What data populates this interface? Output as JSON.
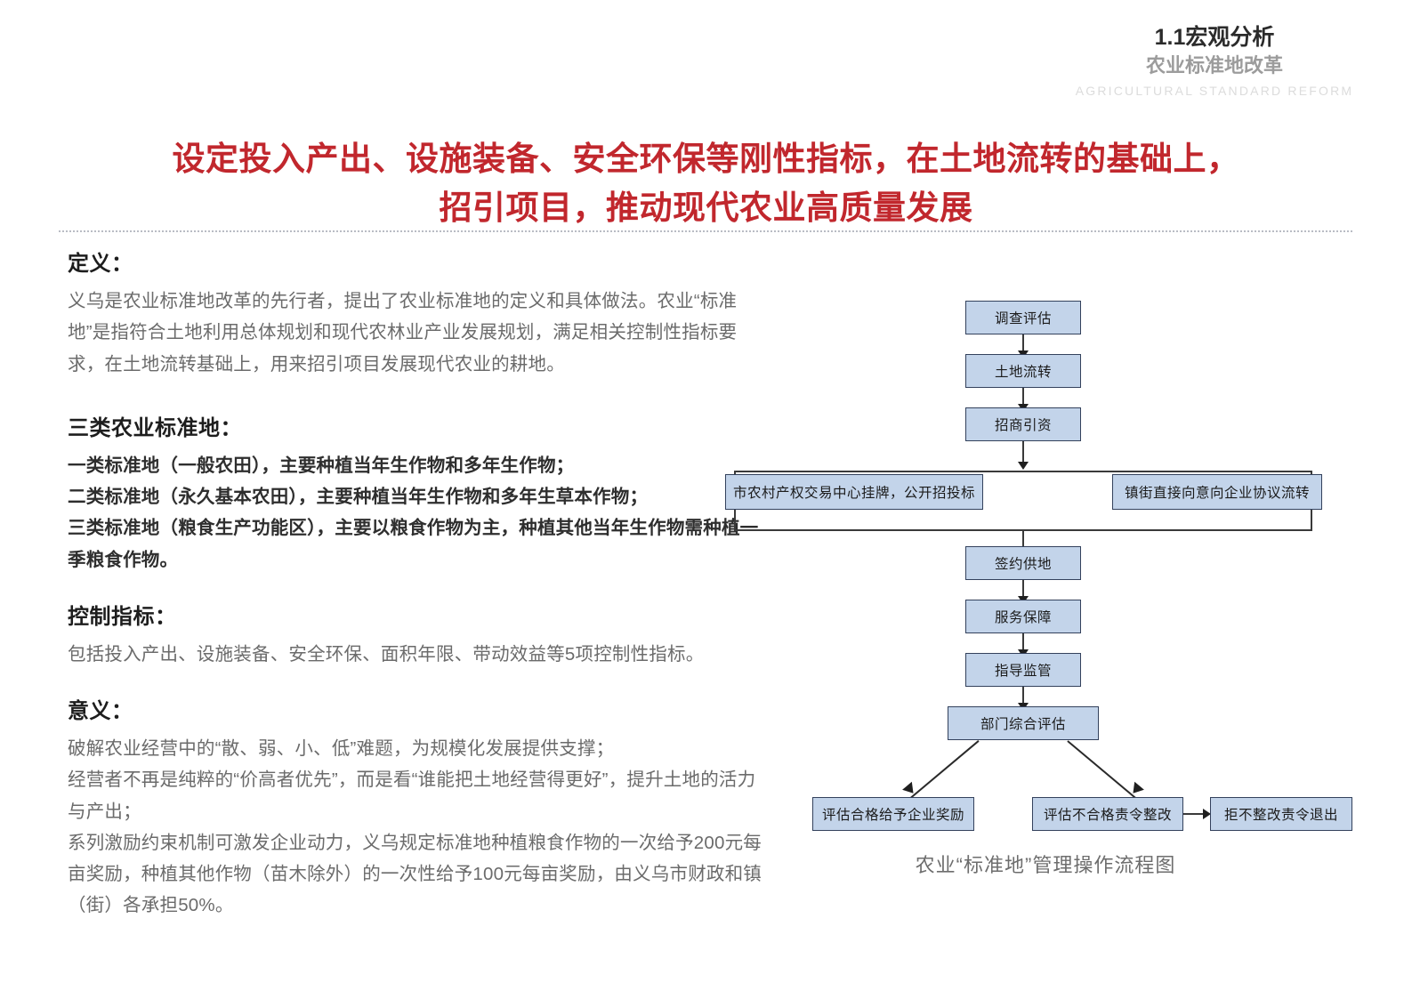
{
  "header": {
    "title": "1.1宏观分析",
    "subtitle": "农业标准地改革",
    "english": "AGRICULTURAL STANDARD REFORM"
  },
  "main_title": {
    "line1": "设定投入产出、设施装备、安全环保等刚性指标，在土地流转的基础上，",
    "line2": "招引项目，推动现代农业高质量发展"
  },
  "sections": {
    "definition": {
      "heading": "定义：",
      "body": "义乌是农业标准地改革的先行者，提出了农业标准地的定义和具体做法。农业“标准地”是指符合土地利用总体规划和现代农林业产业发展规划，满足相关控制性指标要求，在土地流转基础上，用来招引项目发展现代农业的耕地。"
    },
    "three_types": {
      "heading": "三类农业标准地：",
      "item1": "一类标准地（一般农田），主要种植当年生作物和多年生作物；",
      "item2": "二类标准地（永久基本农田），主要种植当年生作物和多年生草本作物；",
      "item3": "三类标准地（粮食生产功能区），主要以粮食作物为主，种植其他当年生作物需种植一季粮食作物。"
    },
    "control_index": {
      "heading": "控制指标：",
      "body": "包括投入产出、设施装备、安全环保、面积年限、带动效益等5项控制性指标。"
    },
    "significance": {
      "heading": "意义：",
      "para1": "破解农业经营中的“散、弱、小、低”难题，为规模化发展提供支撑；",
      "para2": "经营者不再是纯粹的“价高者优先”，而是看“谁能把土地经营得更好”，提升土地的活力与产出；",
      "para3": "系列激励约束机制可激发企业动力，义乌规定标准地种植粮食作物的一次给予200元每亩奖励，种植其他作物（苗木除外）的一次性给予100元每亩奖励，由义乌市财政和镇（街）各承担50%。"
    }
  },
  "flowchart": {
    "caption": "农业“标准地”管理操作流程图",
    "box_fill": "#c3d4ea",
    "box_border": "#33415c",
    "nodes": {
      "n1": "调查评估",
      "n2": "土地流转",
      "n3": "招商引资",
      "n4a": "市农村产权交易中心挂牌，公开招投标",
      "n4b": "镇街直接向意向企业协议流转",
      "n5": "签约供地",
      "n6": "服务保障",
      "n7": "指导监管",
      "n8": "部门综合评估",
      "n9a": "评估合格给予企业奖励",
      "n9b": "评估不合格责令整改",
      "n9c": "拒不整改责令退出"
    }
  }
}
